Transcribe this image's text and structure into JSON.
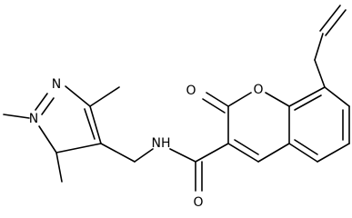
{
  "molecule": {
    "atoms": {
      "o_carbonyl_ring": "O",
      "o_ring": "O",
      "n_pyrazole_2": "N",
      "n_pyrazole_1": "N",
      "n_amide": "NH",
      "o_amide": "O"
    }
  }
}
